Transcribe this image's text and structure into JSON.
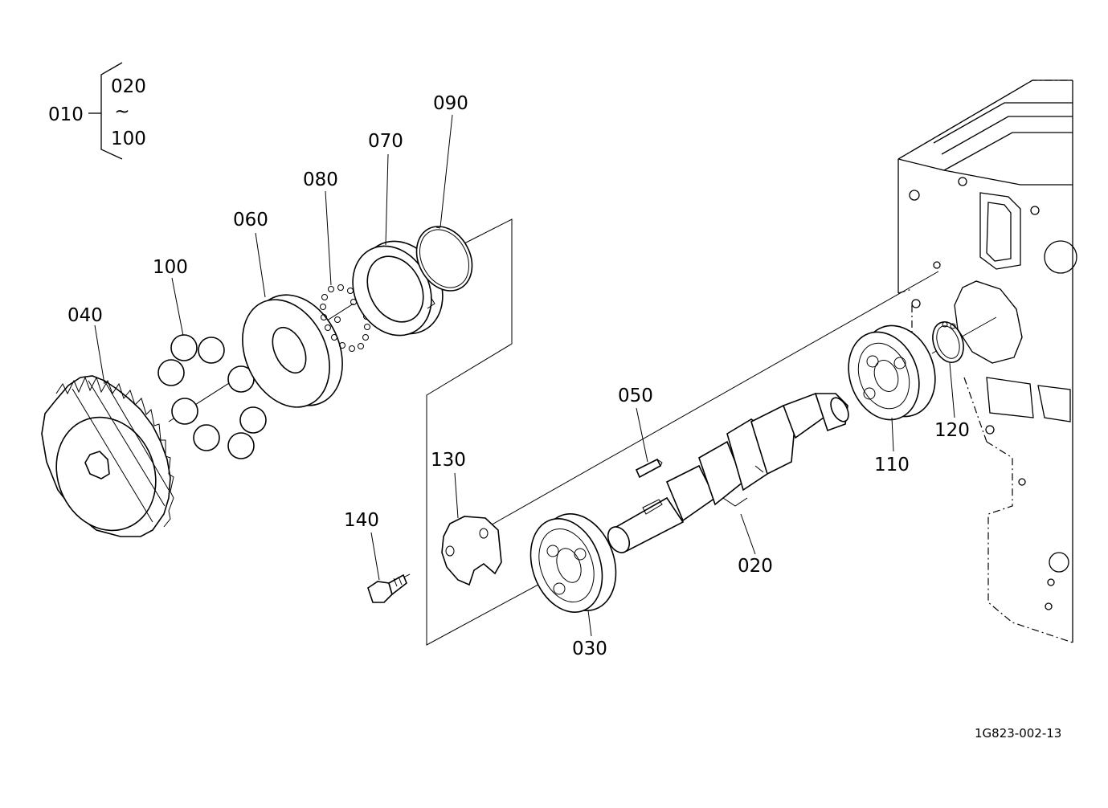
{
  "assembly": {
    "parent": "010",
    "range_start": "020",
    "range_sep": "~",
    "range_end": "100"
  },
  "parts": {
    "p020": "020",
    "p030": "030",
    "p040": "040",
    "p050": "050",
    "p060": "060",
    "p070": "070",
    "p080": "080",
    "p090": "090",
    "p100": "100",
    "p110": "110",
    "p120": "120",
    "p130": "130",
    "p140": "140"
  },
  "diagram_code": "1G823-002-13"
}
